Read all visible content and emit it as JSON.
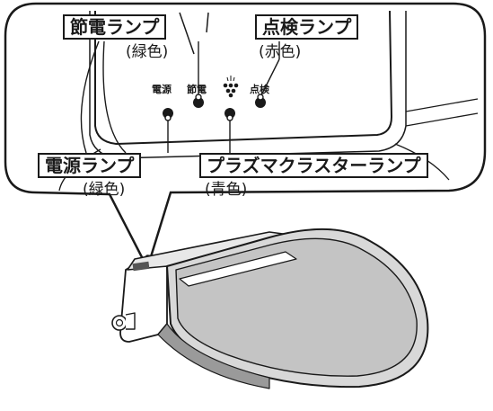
{
  "callouts": {
    "eco_lamp": {
      "label": "節電ランプ",
      "color": "(緑色)"
    },
    "check_lamp": {
      "label": "点検ランプ",
      "color": "(赤色)"
    },
    "power_lamp": {
      "label": "電源ランプ",
      "color": "(緑色)"
    },
    "plasma_lamp": {
      "label": "プラズマクラスターランプ",
      "color": "(青色)"
    }
  },
  "panel": {
    "power_text": "電源",
    "eco_text": "節電",
    "check_text": "点検"
  },
  "icons": {
    "plasma": "plasmacluster-icon"
  }
}
